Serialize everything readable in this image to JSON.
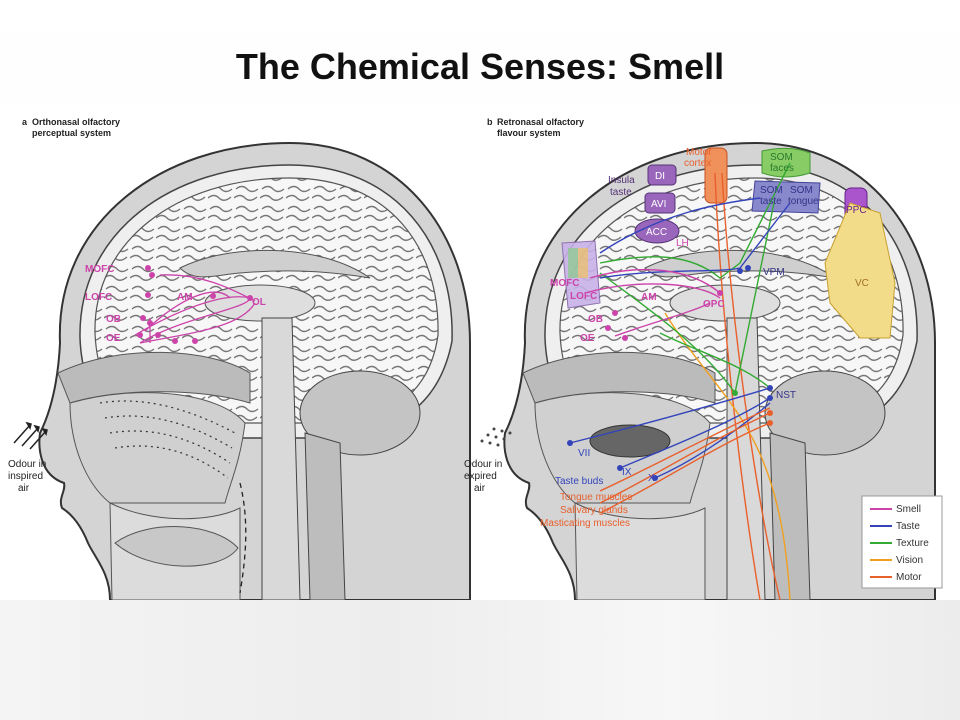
{
  "title": "The Chemical Senses:  Smell",
  "panel_a": {
    "letter": "a",
    "title_line1": "Orthonasal olfactory",
    "title_line2": "perceptual system",
    "labels": {
      "mofc": "MOFC",
      "lofc": "LOFC",
      "ob": "OB",
      "oe": "OE",
      "am": "AM",
      "ol": "OL"
    },
    "odour_line1": "Odour in",
    "odour_line2": "inspired",
    "odour_line3": "air"
  },
  "panel_b": {
    "letter": "b",
    "title_line1": "Retronasal olfactory",
    "title_line2": "flavour system",
    "labels": {
      "motor_cortex1": "Motor",
      "motor_cortex2": "cortex",
      "som_faces1": "SOM",
      "som_faces2": "faces",
      "insula1": "Insula",
      "insula2": "taste",
      "di": "DI",
      "avi": "AVI",
      "som_taste1": "SOM",
      "som_taste2": "taste",
      "som_tongue1": "SOM",
      "som_tongue2": "tongue",
      "ppc": "PPC",
      "acc": "ACC",
      "lh": "LH",
      "vpm": "VPM",
      "vc": "VC",
      "mofc": "MOFC",
      "lofc": "LOFC",
      "am": "AM",
      "opc": "OPC",
      "ob": "OB",
      "oe": "OE",
      "nst": "NST",
      "vii": "VII",
      "ix": "IX",
      "x": "X",
      "taste_buds": "Taste buds",
      "tongue_muscles": "Tongue muscles",
      "salivary_glands": "Salivary glands",
      "masticating_muscles": "Masticating muscles"
    },
    "odour_line1": "Odour in",
    "odour_line2": "expired",
    "odour_line3": "air"
  },
  "legend": [
    {
      "label": "Smell",
      "color": "#cc44aa"
    },
    {
      "label": "Taste",
      "color": "#3344bb"
    },
    {
      "label": "Texture",
      "color": "#33aa33"
    },
    {
      "label": "Vision",
      "color": "#f0a020"
    },
    {
      "label": "Motor",
      "color": "#e8602c"
    }
  ],
  "colors": {
    "smell": "#cc44aa",
    "taste": "#3344bb",
    "texture": "#33aa33",
    "vision": "#f0a020",
    "motor": "#e8602c"
  }
}
